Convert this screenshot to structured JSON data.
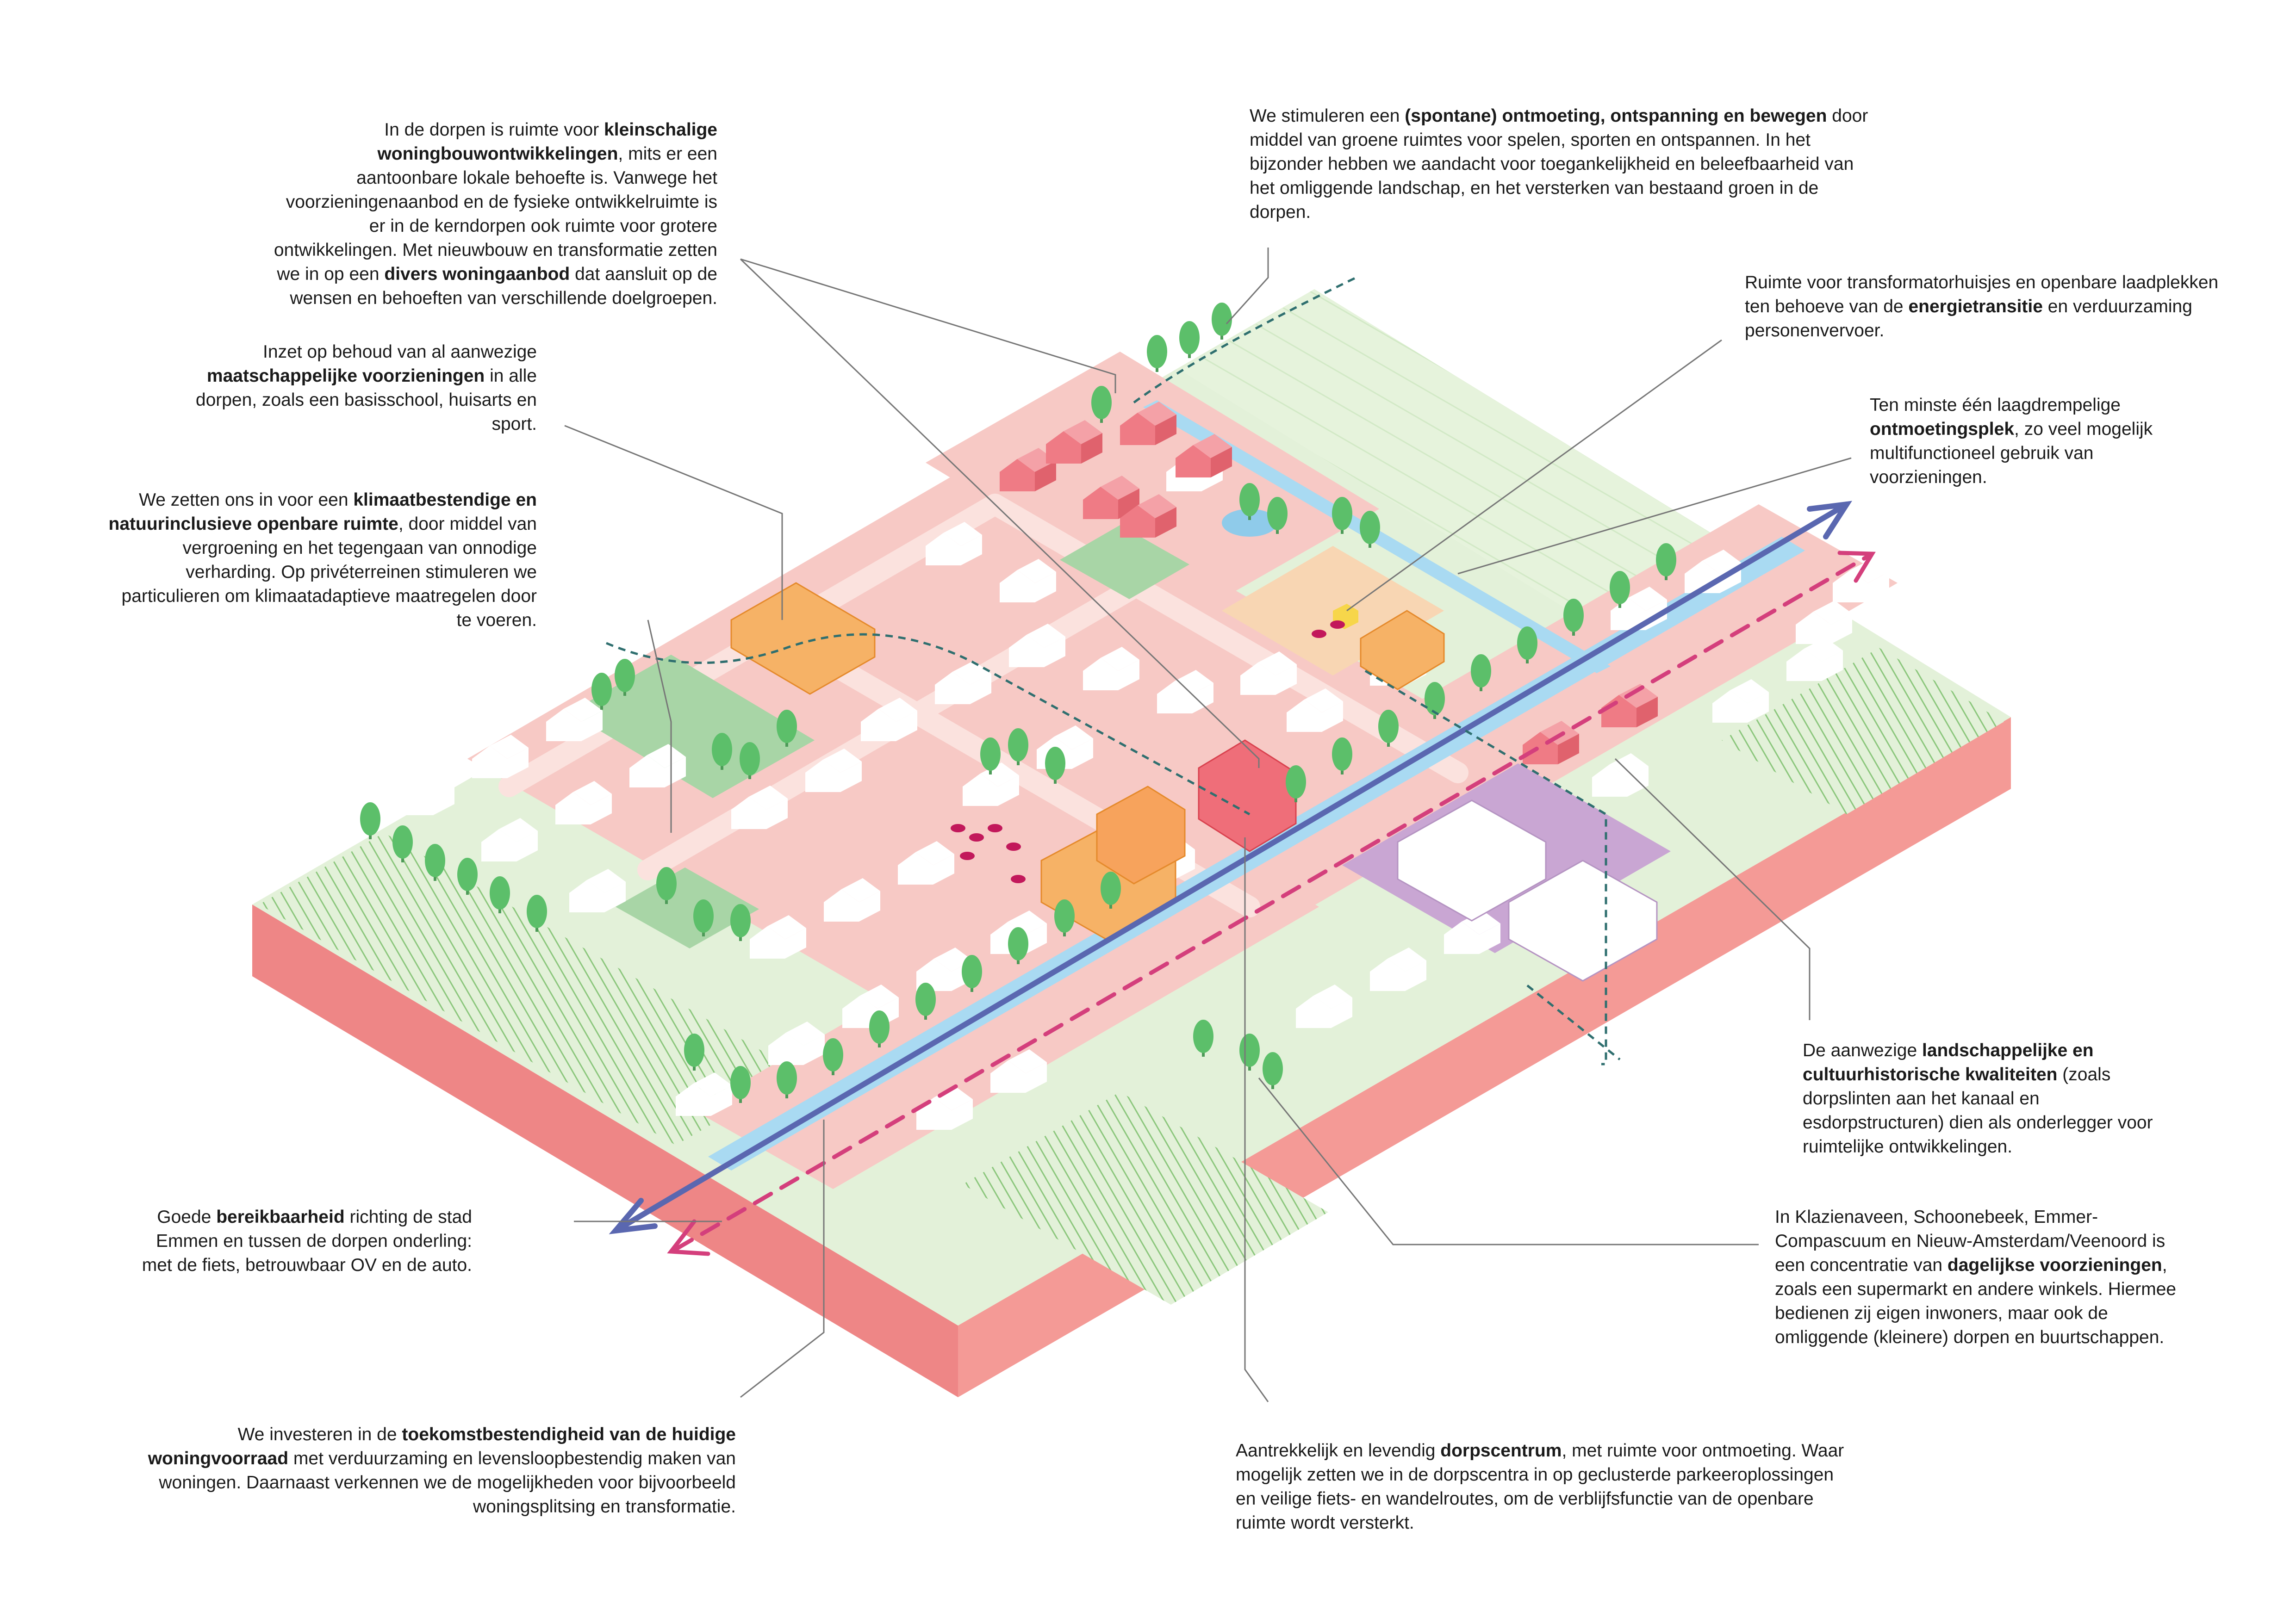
{
  "colors": {
    "village_pink": "#f7c9c5",
    "street_light": "#fbe2de",
    "green_park": "#a8d5a6",
    "meadow": "#e3f1d9",
    "base_side": "#ee8686",
    "base_front": "#f49a96",
    "tree": "#5cbf6a",
    "water": "#a9daf2",
    "school_orange": "#f6b266",
    "industry_purple": "#c9a6d3",
    "road_arrow_blue": "#5a67b0",
    "route_magenta": "#d43f7c",
    "path_teal": "#2f6f6f"
  },
  "annotations": [
    {
      "id": "housing",
      "segments": [
        {
          "t": "In de dorpen is ruimte voor ",
          "b": false
        },
        {
          "t": "kleinschalige woningbouwontwikkelingen",
          "b": true
        },
        {
          "t": ", mits er een aantoonbare lokale behoefte is. Vanwege het voorzieningenaanbod en de fysieke ontwikkelruimte is er in de kerndorpen ook ruimte voor grotere ontwikkelingen. Met nieuwbouw en transformatie zetten we in op een ",
          "b": false
        },
        {
          "t": "divers woningaanbod",
          "b": true
        },
        {
          "t": " dat aansluit op de wensen en behoeften van verschillende doelgroepen.",
          "b": false
        }
      ]
    },
    {
      "id": "facilities",
      "segments": [
        {
          "t": "Inzet op behoud van al aanwezige ",
          "b": false
        },
        {
          "t": "maatschappelijke voorzieningen",
          "b": true
        },
        {
          "t": " in alle dorpen, zoals een basisschool, huisarts en sport.",
          "b": false
        }
      ]
    },
    {
      "id": "climate",
      "segments": [
        {
          "t": "We zetten ons in voor een ",
          "b": false
        },
        {
          "t": "klimaatbestendige en natuurinclusieve openbare ruimte",
          "b": true
        },
        {
          "t": ", door middel van vergroening en het tegengaan van onnodige verharding. Op privéterreinen stimuleren we particulieren om klimaatadaptieve maatregelen door te voeren.",
          "b": false
        }
      ]
    },
    {
      "id": "meeting",
      "segments": [
        {
          "t": "We stimuleren een ",
          "b": false
        },
        {
          "t": "(spontane) ontmoeting, ontspanning en bewegen",
          "b": true
        },
        {
          "t": " door middel van groene ruimtes voor spelen, sporten en ontspannen. In het bijzonder hebben we aandacht voor toegankelijkheid en beleefbaarheid van het omliggende landschap, en het versterken van bestaand groen in de dorpen.",
          "b": false
        }
      ]
    },
    {
      "id": "energy",
      "segments": [
        {
          "t": "Ruimte voor transformatorhuisjes en openbare laadplekken ten behoeve van de ",
          "b": false
        },
        {
          "t": "energietransitie",
          "b": true
        },
        {
          "t": " en verduurzaming personenvervoer.",
          "b": false
        }
      ]
    },
    {
      "id": "meeting_place",
      "segments": [
        {
          "t": "Ten minste één laagdrempelige ",
          "b": false
        },
        {
          "t": "ontmoetingsplek",
          "b": true
        },
        {
          "t": ", zo veel mogelijk multifunctioneel gebruik van voorzieningen.",
          "b": false
        }
      ]
    },
    {
      "id": "landscape",
      "segments": [
        {
          "t": "De aanwezige ",
          "b": false
        },
        {
          "t": "landschappelijke en cultuurhistorische kwaliteiten",
          "b": true
        },
        {
          "t": " (zoals dorpslinten aan het kanaal en esdorpstructuren) dien als onderlegger voor ruimtelijke ontwikkelingen.",
          "b": false
        }
      ]
    },
    {
      "id": "accessibility",
      "segments": [
        {
          "t": "Goede ",
          "b": false
        },
        {
          "t": "bereikbaarheid",
          "b": true
        },
        {
          "t": " richting de stad Emmen en tussen de dorpen onderling: met de fiets, betrouwbaar OV en de auto.",
          "b": false
        }
      ]
    },
    {
      "id": "daily",
      "segments": [
        {
          "t": "In Klazienaveen, Schoonebeek, Emmer-Compascuum en Nieuw-Amsterdam/Veenoord is een concentratie van ",
          "b": false
        },
        {
          "t": "dagelijkse voorzieningen",
          "b": true
        },
        {
          "t": ", zoals een supermarkt en andere winkels. Hiermee bedienen zij eigen inwoners, maar ook de omliggende (kleinere) dorpen en buurtschappen.",
          "b": false
        }
      ]
    },
    {
      "id": "stock",
      "segments": [
        {
          "t": "We investeren in de ",
          "b": false
        },
        {
          "t": "toekomstbestendigheid van de huidige woningvoorraad",
          "b": true
        },
        {
          "t": " met verduurzaming en levensloopbestendig maken van woningen. Daarnaast verkennen we de mogelijkheden voor bijvoorbeeld woningsplitsing en transformatie.",
          "b": false
        }
      ]
    },
    {
      "id": "center",
      "segments": [
        {
          "t": "Aantrekkelijk en levendig ",
          "b": false
        },
        {
          "t": "dorpscentrum",
          "b": true
        },
        {
          "t": ", met ruimte voor ontmoeting. Waar mogelijk zetten we in de dorpscentra in op geclusterde parkeeroplossingen en veilige fiets- en wandelroutes, om de verblijfsfunctie  van de openbare ruimte wordt versterkt.",
          "b": false
        }
      ]
    }
  ]
}
